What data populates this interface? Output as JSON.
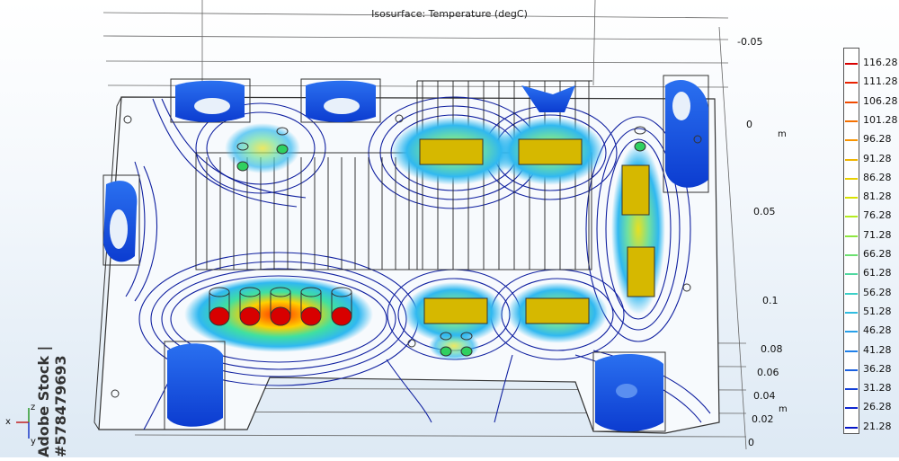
{
  "plot": {
    "title": "Isosurface: Temperature (degC)",
    "y_axis_ticks": [
      "-0.05",
      "0",
      "0.05",
      "0.1"
    ],
    "y_axis_unit": "m",
    "z_axis_ticks": [
      "0.08",
      "0.06",
      "0.04",
      "0.02",
      "0"
    ],
    "z_axis_unit": "m"
  },
  "legend": {
    "labels": [
      "116.28",
      "111.28",
      "106.28",
      "101.28",
      "96.28",
      "91.28",
      "86.28",
      "81.28",
      "76.28",
      "71.28",
      "66.28",
      "61.28",
      "56.28",
      "51.28",
      "46.28",
      "41.28",
      "36.28",
      "31.28",
      "26.28",
      "21.28"
    ],
    "colors": [
      "#d80000",
      "#e82200",
      "#f04a00",
      "#f47000",
      "#f89400",
      "#f0b400",
      "#e8d000",
      "#d8e200",
      "#b4ec20",
      "#8ee640",
      "#6ce070",
      "#50d8a0",
      "#3cd0c8",
      "#30bce0",
      "#28a0e8",
      "#2080e8",
      "#1a60e0",
      "#1440d8",
      "#1028d0",
      "#0818c8"
    ]
  },
  "triad": {
    "x": "x",
    "y": "y",
    "z": "z"
  },
  "watermark": {
    "text": "Adobe Stock | #578479693"
  },
  "colors": {
    "hot": "#d80000",
    "warm": "#d8c020",
    "cool": "#1a4fe0",
    "contour": "#0a1a8a"
  }
}
